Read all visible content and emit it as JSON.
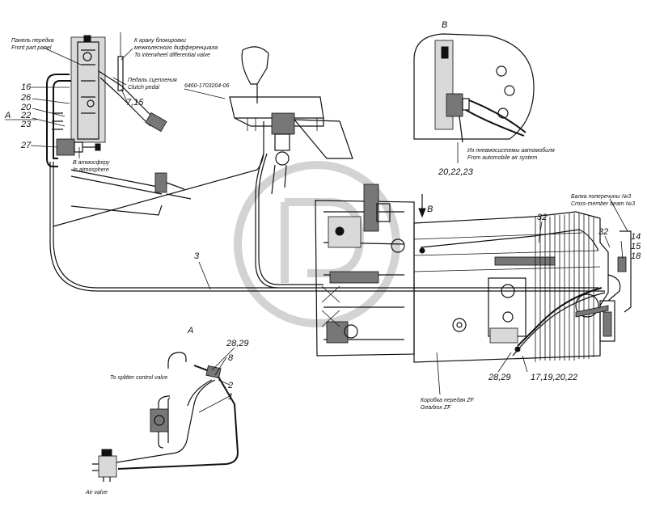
{
  "callouts": {
    "n16": "16",
    "n26": "26",
    "n20": "20",
    "n22": "22",
    "n23": "23",
    "a_section": "A",
    "n27": "27",
    "n7_15": "7,15",
    "n3": "3",
    "n32a": "32",
    "n32b": "32",
    "n14": "14",
    "n15": "15",
    "n18": "18",
    "n28_29_gear": "28,29",
    "n17_19_20_22": "17,19,20,22",
    "n20_22_23_b": "20,22,23",
    "n28_29_a": "28,29",
    "n8": "8",
    "n2": "2",
    "n1": "1"
  },
  "view_titles": {
    "view_a": "A",
    "view_b": "B",
    "arrow_b": "B"
  },
  "captions": {
    "front_panel_ru": "Панель передка",
    "front_panel_en": "Front part panel",
    "diff_valve_ru_1": "К крану блокировки",
    "diff_valve_ru_2": "межколесного дифференциала",
    "diff_valve_en": "To interwheel differential valve",
    "clutch_pedal_ru": "Педаль сцепления",
    "clutch_pedal_en": "Clutch pedal",
    "part_number": "6460-1703204-06",
    "atmosphere_ru": "В атмосферу",
    "atmosphere_en": "In atmosphere",
    "air_system_ru": "Из пневмосистемы автомобиля",
    "air_system_en": "From automobile air system",
    "crossbeam_ru": "Балка поперечины №3",
    "crossbeam_en": "Cross-member beam №3",
    "gearbox_ru": "Коробка передач ZF",
    "gearbox_en": "Gearbox ZF",
    "splitter_valve": "To splitter control valve",
    "air_valve": "Air valve"
  }
}
